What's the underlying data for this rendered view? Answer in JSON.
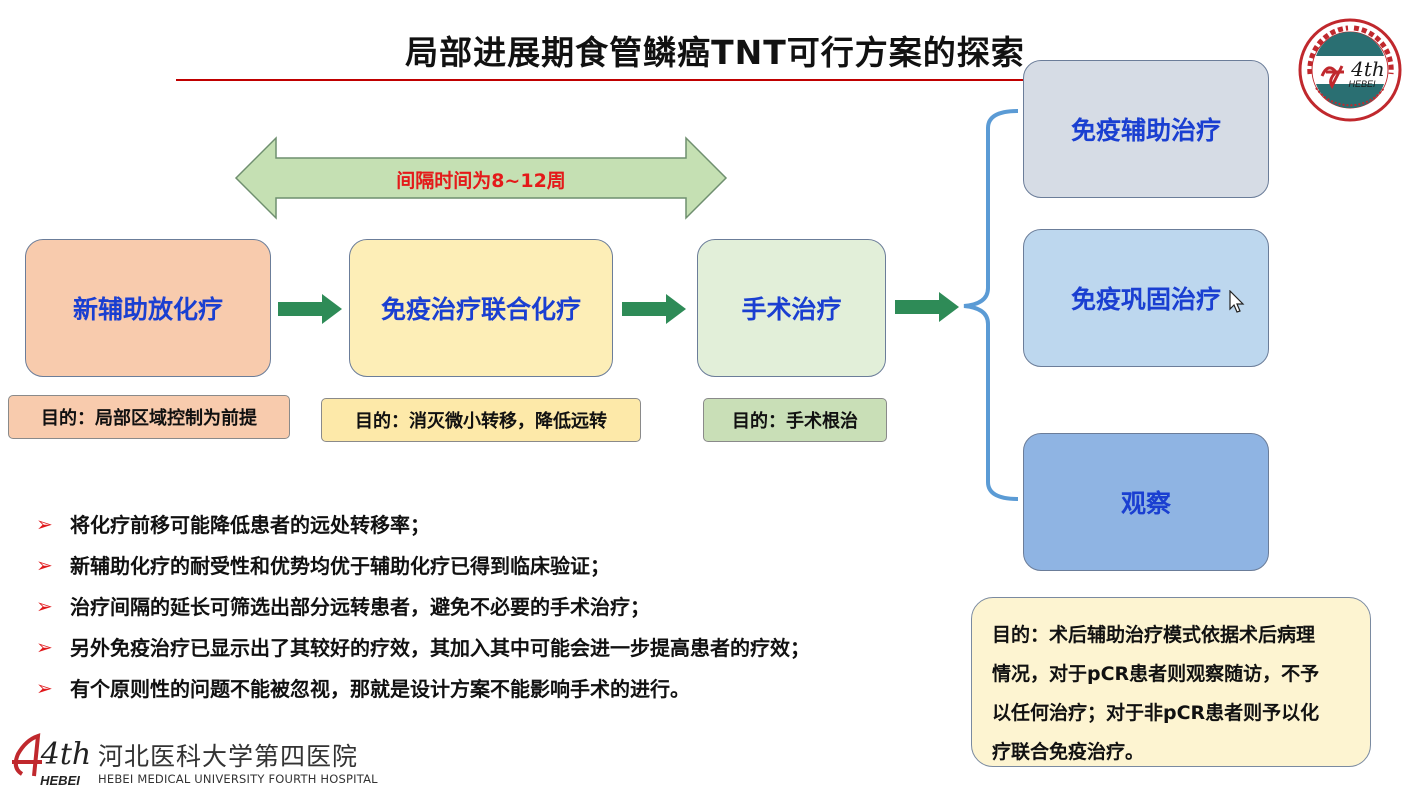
{
  "slide": {
    "title": "局部进展期食管鳞癌TNT可行方案的探索"
  },
  "interval": {
    "label": "间隔时间为8~12周"
  },
  "stages": [
    {
      "label": "新辅助放化疗",
      "goal": "目的：局部区域控制为前提",
      "fill": "#f8cbad",
      "goal_fill": "#f8cbad"
    },
    {
      "label": "免疫治疗联合化疗",
      "goal": "目的：消灭微小转移，降低远转",
      "fill": "#fdeeb7",
      "goal_fill": "#fde9a9"
    },
    {
      "label": "手术治疗",
      "goal": "目的：手术根治",
      "fill": "#e2efd9",
      "goal_fill": "#c9dfb7"
    }
  ],
  "outcomes": [
    {
      "label": "免疫辅助治疗",
      "fill": "#d6dce5"
    },
    {
      "label": "免疫巩固治疗",
      "fill": "#bdd7ee"
    },
    {
      "label": "观察",
      "fill": "#8fb4e3"
    }
  ],
  "bullets": [
    "将化疗前移可能降低患者的远处转移率；",
    "新辅助化疗的耐受性和优势均优于辅助化疗已得到临床验证；",
    "治疗间隔的延长可筛选出部分远转患者，避免不必要的手术治疗；",
    "另外免疫治疗已显示出了其较好的疗效，其加入其中可能会进一步提高患者的疗效；",
    "有个原则性的问题不能被忽视，那就是设计方案不能影响手术的进行。"
  ],
  "bullet_marker": "➢",
  "post_op_note": {
    "lines": [
      "目的：术后辅助治疗模式依据术后病理",
      "情况，对于pCR患者则观察随访，不予",
      "以任何治疗；对于非pCR患者则予以化",
      "疗联合免疫治疗。"
    ]
  },
  "footer": {
    "logo_mark": "4th",
    "logo_sub": "HEBEI",
    "hospital_name": "河北医科大学第四医院",
    "hospital_name_en": "HEBEI MEDICAL UNIVERSITY FOURTH HOSPITAL"
  },
  "seal": {
    "mark": "4th",
    "sub": "HEBEI"
  },
  "colors": {
    "title_rule": "#c00000",
    "stage_text": "#1a3fd1",
    "interval_text": "#e41a1a",
    "interval_fill": "#c5e0b3",
    "flow_arrow": "#2e8b57",
    "bracket": "#5b9bd5",
    "bullet_marker": "#e0181b",
    "seal_red": "#c0282d",
    "seal_teal": "#2a6f72"
  }
}
